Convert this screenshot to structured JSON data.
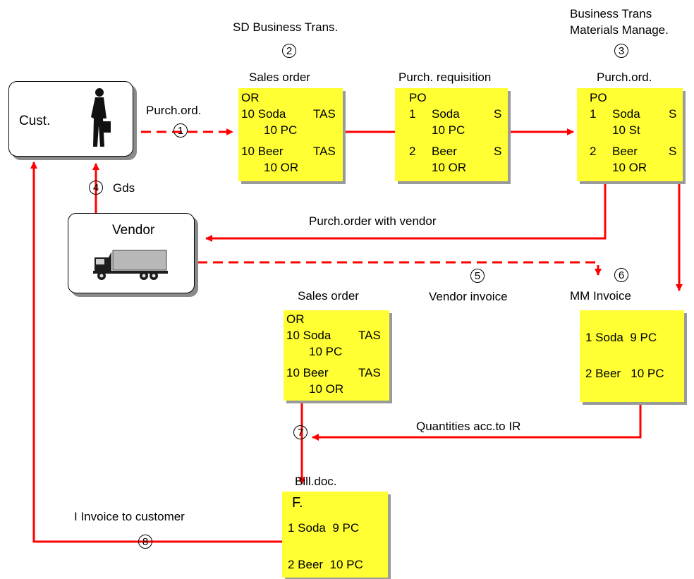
{
  "accent_red": "#ff0000",
  "box_fill": "#ffff33",
  "customer": {
    "label": "Cust."
  },
  "vendor": {
    "label": "Vendor"
  },
  "headings": {
    "sd_business": "SD Business Trans.",
    "mm_business_1": "Business Trans",
    "mm_business_2": "Materials Manage.",
    "sales_order_top": "Sales order",
    "purch_requisition": "Purch. requisition",
    "purch_ord": "Purch.ord.",
    "sales_order_mid": "Sales order",
    "mm_invoice": "MM Invoice",
    "bill_doc": "Bill.doc."
  },
  "flow_labels": {
    "purch_ord": "Purch.ord.",
    "gds": "Gds",
    "purch_order_vendor": "Purch.order with vendor",
    "vendor_invoice": "Vendor invoice",
    "quantities": "Quantities acc.to IR",
    "invoice_customer": "I Invoice to customer"
  },
  "step_numbers": {
    "s1": "1",
    "s2": "2",
    "s3": "3",
    "s4": "4",
    "s5": "5",
    "s6": "6",
    "s7": "7",
    "s8": "8"
  },
  "sales_order_top": {
    "l1": "OR",
    "l2a": "10 Soda",
    "l2b": "TAS",
    "l3": "10 PC",
    "l4a": "10 Beer",
    "l4b": "TAS",
    "l5": "10 OR"
  },
  "purch_requisition": {
    "l1": "PO",
    "l2a": "1",
    "l2b": "Soda",
    "l2c": "S",
    "l3": "10 PC",
    "l4a": "2",
    "l4b": "Beer",
    "l4c": "S",
    "l5": "10 OR"
  },
  "purch_ord": {
    "l1": "PO",
    "l2a": "1",
    "l2b": "Soda",
    "l2c": "S",
    "l3": "10 St",
    "l4a": "2",
    "l4b": "Beer",
    "l4c": "S",
    "l5": "10 OR"
  },
  "sales_order_mid": {
    "l1": "OR",
    "l2a": "10 Soda",
    "l2b": "TAS",
    "l3": "10 PC",
    "l4a": "10 Beer",
    "l4b": "TAS",
    "l5": "10 OR"
  },
  "mm_invoice": {
    "l1": "1 Soda  9 PC",
    "l2": "2 Beer   10 PC"
  },
  "bill_doc": {
    "l1": "F.",
    "l2": "1 Soda  9 PC",
    "l3": "2 Beer  10 PC"
  }
}
